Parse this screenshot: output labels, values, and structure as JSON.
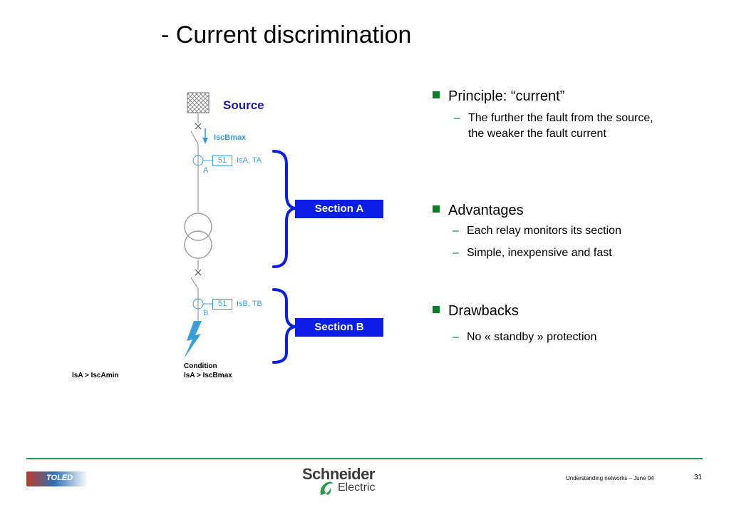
{
  "slide": {
    "title": "- Current discrimination"
  },
  "diagram": {
    "source_label": "Source",
    "current_label": "IscBmax",
    "relay_a": {
      "code": "51",
      "setting": "IsA, TA",
      "node": "A"
    },
    "relay_b": {
      "code": "51",
      "setting": "IsB, TB",
      "node": "B"
    },
    "section_a": "Section A",
    "section_b": "Section B",
    "condition_title": "Condition",
    "condition_left": "IsA > IscAmin",
    "condition_right": "IsA > IscBmax",
    "colors": {
      "line": "#9a9a9a",
      "relay": "#3a9fd8",
      "bracket": "#0a1ee8"
    }
  },
  "bullets": {
    "principle": {
      "heading": "Principle: “current”",
      "sub1_line1": "The further the fault from the source,",
      "sub1_line2": "the weaker the fault current"
    },
    "advantages": {
      "heading": "Advantages",
      "sub1": "Each relay monitors its section",
      "sub2": "Simple, inexpensive and fast"
    },
    "drawbacks": {
      "heading": "Drawbacks",
      "sub1": "No « standby » protection"
    },
    "dash": "–",
    "bullet_color": "#0b7d2a"
  },
  "footer": {
    "badge": "TOLED",
    "brand_line1": "Schneider",
    "brand_line2": "Electric",
    "note": "Understanding networks – June 04",
    "page": "31",
    "line_color": "#2a9a4a"
  }
}
